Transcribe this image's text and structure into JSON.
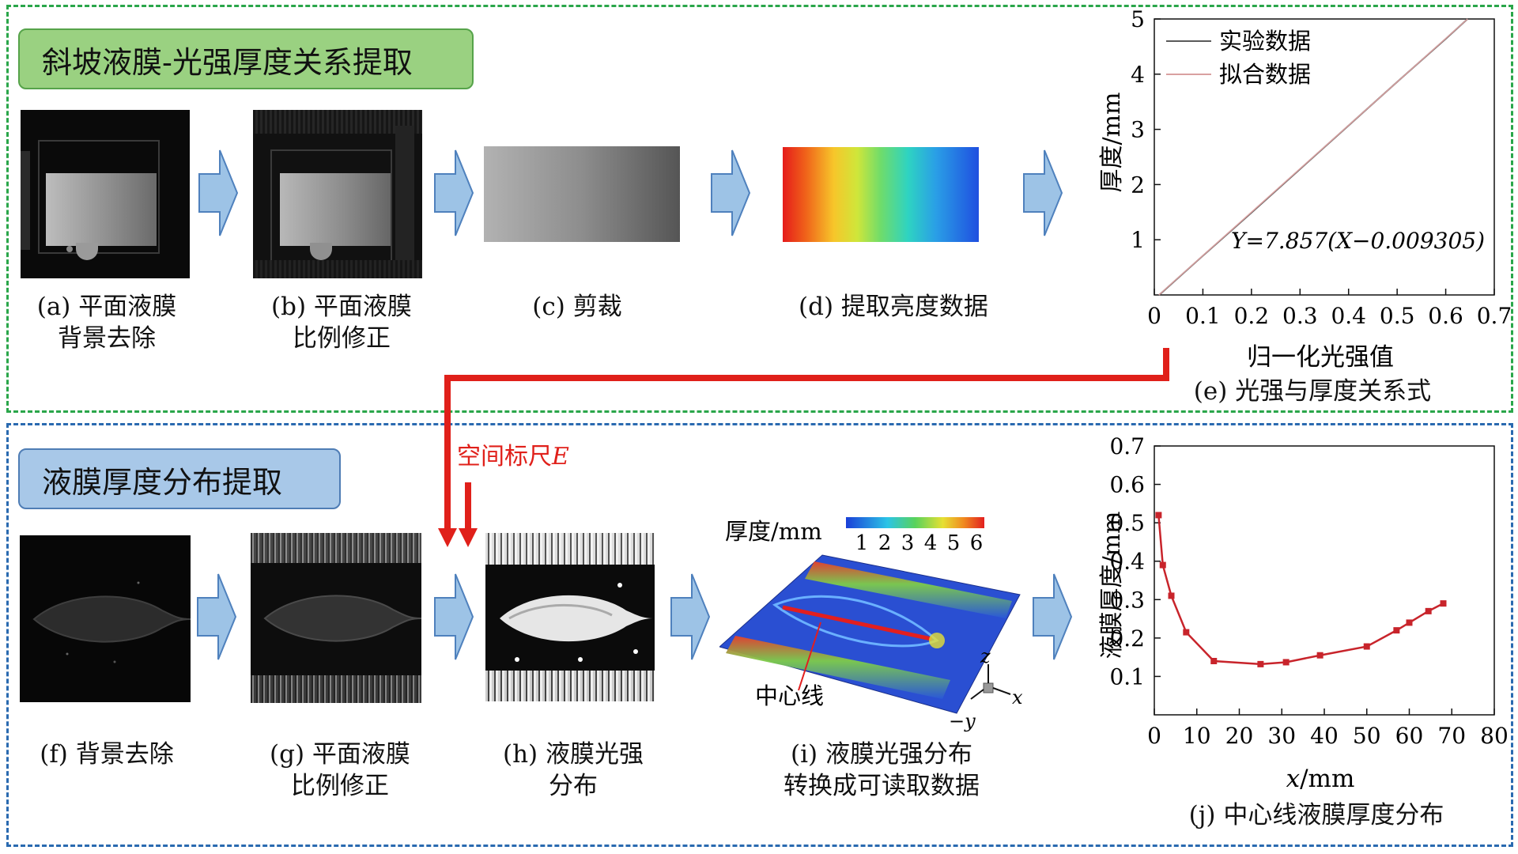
{
  "top_section": {
    "title": "斜坡液膜-光强厚度关系提取",
    "captions": {
      "a1": "(a) 平面液膜",
      "a2": "背景去除",
      "b1": "(b) 平面液膜",
      "b2": "比例修正",
      "c": "(c) 剪裁",
      "d": "(d) 提取亮度数据",
      "e": "(e) 光强与厚度关系式"
    }
  },
  "bottom_section": {
    "title": "液膜厚度分布提取",
    "scale_label": "空间标尺",
    "scale_symbol": "E",
    "captions": {
      "f": "(f) 背景去除",
      "g1": "(g) 平面液膜",
      "g2": "比例修正",
      "h1": "(h) 液膜光强",
      "h2": "分布",
      "i1": "(i) 液膜光强分布",
      "i2": "转换成可读取数据",
      "j": "(j) 中心线液膜厚度分布"
    },
    "surface": {
      "legend_title": "厚度/mm",
      "legend_ticks": [
        "1",
        "2",
        "3",
        "4",
        "5",
        "6"
      ],
      "centerline_label": "中心线",
      "axis_z": "z",
      "axis_x": "x",
      "axis_y": "−y"
    }
  },
  "colors": {
    "red_connector": "#e0201a",
    "arrow_fill": "#9dc3e6",
    "arrow_stroke": "#4f81bd",
    "plot_line": "#c8242b"
  },
  "chart_data": [
    {
      "type": "line",
      "ylabel": "厚度/mm",
      "xlabel": "归一化光强值",
      "xlim": [
        0,
        0.7
      ],
      "ylim": [
        0,
        5
      ],
      "x_ticks": [
        "0",
        "0.1",
        "0.2",
        "0.3",
        "0.4",
        "0.5",
        "0.6",
        "0.7"
      ],
      "y_ticks": [
        "1",
        "2",
        "3",
        "4",
        "5"
      ],
      "legend": [
        "实验数据",
        "拟合数据"
      ],
      "legend_position": "top-left",
      "equation": "Y=7.857(X−0.009305)",
      "series": [
        {
          "name": "实验数据",
          "x": [
            0.01,
            0.1,
            0.2,
            0.3,
            0.4,
            0.5,
            0.6,
            0.645
          ],
          "y": [
            0.0,
            0.71,
            1.49,
            2.28,
            3.07,
            3.86,
            4.64,
            5.0
          ]
        },
        {
          "name": "拟合数据",
          "x": [
            0.009305,
            0.645
          ],
          "y": [
            0.0,
            5.0
          ]
        }
      ]
    },
    {
      "type": "line",
      "ylabel": "液膜厚度/mm",
      "xlabel": "x/mm",
      "xlim": [
        0,
        80
      ],
      "ylim": [
        0,
        0.7
      ],
      "x_ticks": [
        "0",
        "10",
        "20",
        "30",
        "40",
        "50",
        "60",
        "70",
        "80"
      ],
      "y_ticks": [
        "0.1",
        "0.2",
        "0.3",
        "0.4",
        "0.5",
        "0.6",
        "0.7"
      ],
      "series": [
        {
          "x": [
            1,
            2,
            4,
            7.5,
            14,
            25,
            31,
            39,
            50,
            57,
            60,
            64.5,
            68
          ],
          "y": [
            0.52,
            0.39,
            0.31,
            0.215,
            0.14,
            0.132,
            0.137,
            0.155,
            0.178,
            0.22,
            0.24,
            0.27,
            0.29
          ]
        }
      ]
    }
  ]
}
